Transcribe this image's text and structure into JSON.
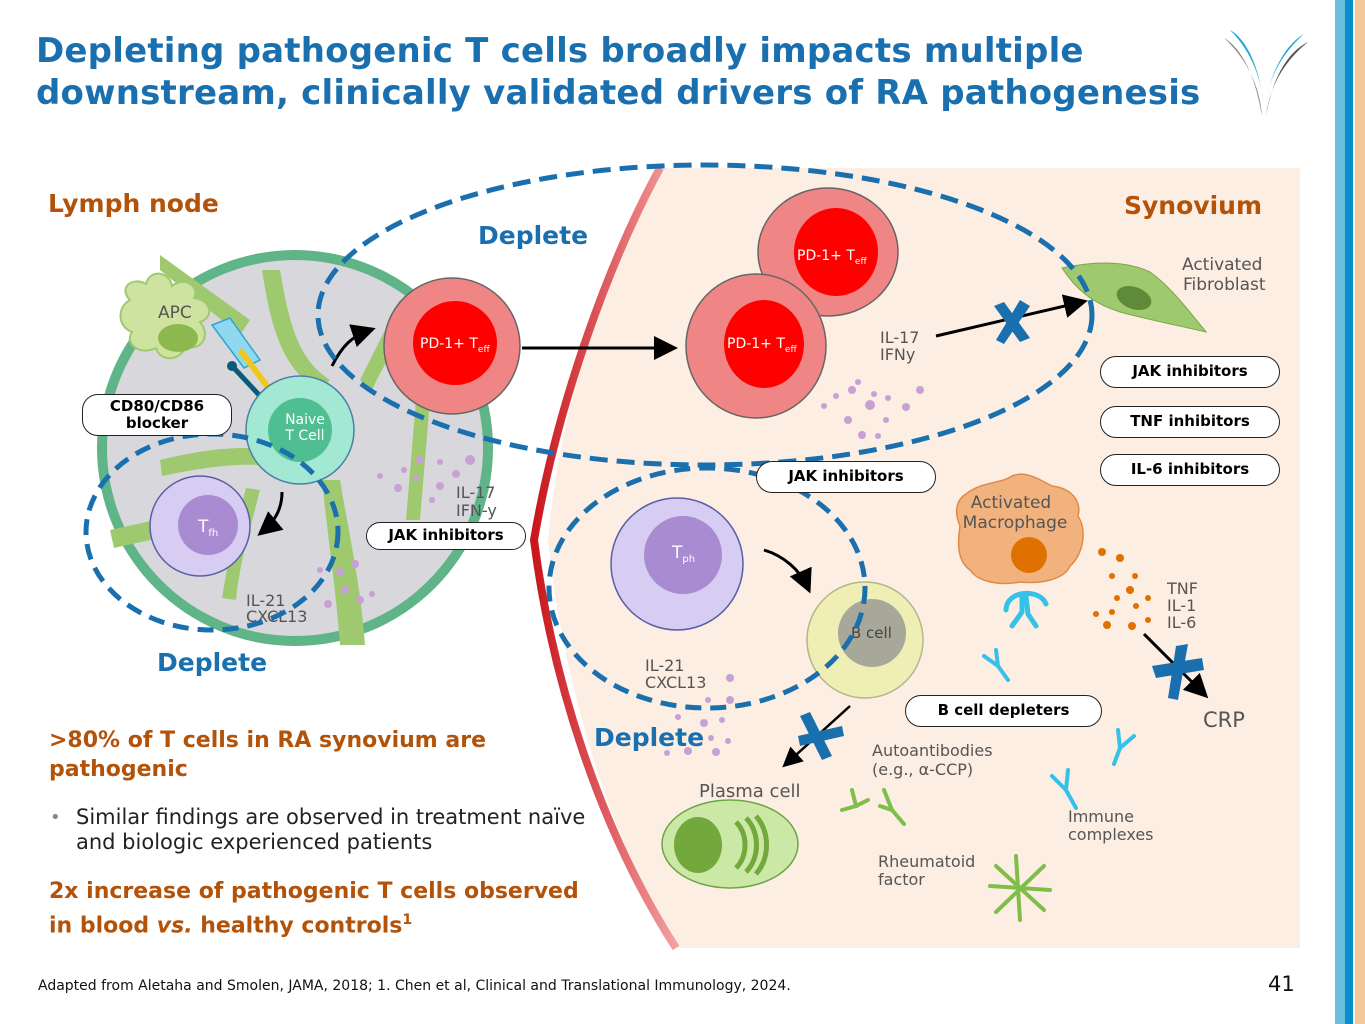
{
  "slide": {
    "title": "Depleting pathogenic T cells broadly impacts multiple downstream, clinically validated drivers of RA pathogenesis",
    "page_number": "41",
    "footnote": "Adapted from Aletaha and Smolen, JAMA, 2018; 1. Chen et al, Clinical and Translational Immunology, 2024.",
    "logo_icon": "brand-v-logo-icon",
    "colors": {
      "title_blue": "#1a6fae",
      "accent_orange": "#b35209",
      "deplete_dash_blue": "#1a6fae",
      "synovium_bg": "#fdeee3",
      "teff_outer": "#f08585",
      "teff_inner": "#ff0000",
      "stripe_light_blue": "#6bbde0",
      "stripe_blue": "#0b8fcc",
      "stripe_peach": "#f6c79c"
    }
  },
  "diagram": {
    "regions": {
      "lymph_node": "Lymph node",
      "synovium": "Synovium"
    },
    "deplete_labels": [
      "Deplete",
      "Deplete",
      "Deplete"
    ],
    "cells": {
      "apc": "APC",
      "naive_t": [
        "Naive",
        "T Cell"
      ],
      "tfh": {
        "main": "T",
        "sub": "fh"
      },
      "teff": {
        "main": "PD-1+ T",
        "sub": "eff"
      },
      "tph": {
        "main": "T",
        "sub": "ph"
      },
      "b_cell": "B cell",
      "plasma_cell": "Plasma cell",
      "macrophage": [
        "Activated",
        "Macrophage"
      ],
      "fibroblast": [
        "Activated",
        "Fibroblast"
      ]
    },
    "cytokines": {
      "ln_il17": [
        "IL-17",
        "IFN-y"
      ],
      "ln_il21": [
        "IL-21",
        "CXCL13"
      ],
      "syn_il17": [
        "IL-17",
        "IFNy"
      ],
      "syn_il21": [
        "IL-21",
        "CXCL13"
      ],
      "macro": [
        "TNF",
        "IL-1",
        "IL-6"
      ]
    },
    "molecules": {
      "autoantibodies": [
        "Autoantibodies",
        "(e.g., α-CCP)"
      ],
      "rheumatoid_factor": [
        "Rheumatoid",
        "factor"
      ],
      "immune_complexes": [
        "Immune",
        "complexes"
      ],
      "crp": "CRP"
    },
    "therapy_pills": {
      "cd80": [
        "CD80/CD86",
        "blocker"
      ],
      "jak_ln": "JAK inhibitors",
      "jak_mid": "JAK inhibitors",
      "jak_right": "JAK inhibitors",
      "tnf": "TNF inhibitors",
      "il6": "IL-6 inhibitors",
      "b_cell_depleters": "B cell depleters"
    }
  },
  "statements": {
    "stat1": ">80% of T cells in RA synovium are pathogenic",
    "bullet": "Similar findings are observed in treatment naïve and biologic experienced patients",
    "stat2_a": "2x increase of pathogenic T cells observed in blood ",
    "stat2_vs": "vs.",
    "stat2_b": " healthy controls",
    "stat2_sup": "1"
  }
}
